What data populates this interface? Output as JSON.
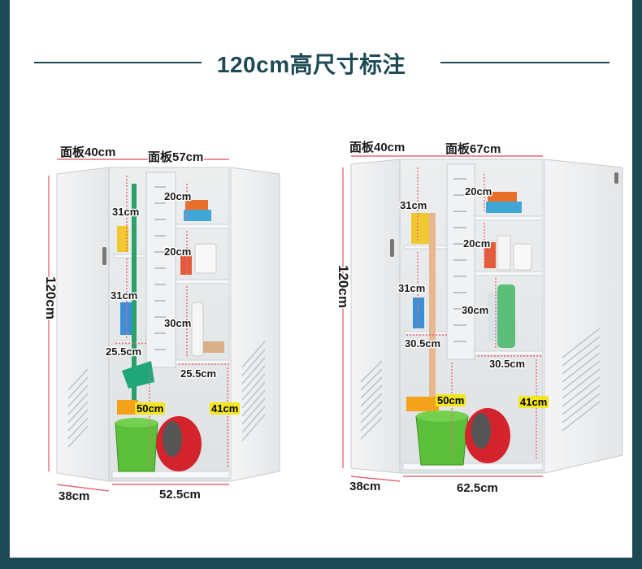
{
  "title": "120cm高尺寸标注",
  "colors": {
    "frame": "#1d4a55",
    "measure_line": "#e8697b",
    "highlight": "#f4e61c"
  },
  "cabinet_left": {
    "panel_top_left": "面板40cm",
    "panel_top_right": "面板57cm",
    "height": "120cm",
    "depth": "38cm",
    "width": "52.5cm",
    "left_shelf_1": "31cm",
    "left_shelf_2": "31cm",
    "left_shelf_bottom": "25.5cm",
    "right_shelf_1": "20cm",
    "right_shelf_2": "20cm",
    "right_shelf_3": "30cm",
    "right_shelf_width": "25.5cm",
    "bottom_left": "50cm",
    "bottom_right": "41cm"
  },
  "cabinet_right": {
    "panel_top_left": "面板40cm",
    "panel_top_right": "面板67cm",
    "height": "120cm",
    "depth": "38cm",
    "width": "62.5cm",
    "left_shelf_1": "31cm",
    "left_shelf_2": "31cm",
    "left_shelf_bottom": "30.5cm",
    "right_shelf_1": "20cm",
    "right_shelf_2": "20cm",
    "right_shelf_3": "30cm",
    "right_shelf_width": "30.5cm",
    "bottom_left": "50cm",
    "bottom_right": "41cm"
  }
}
